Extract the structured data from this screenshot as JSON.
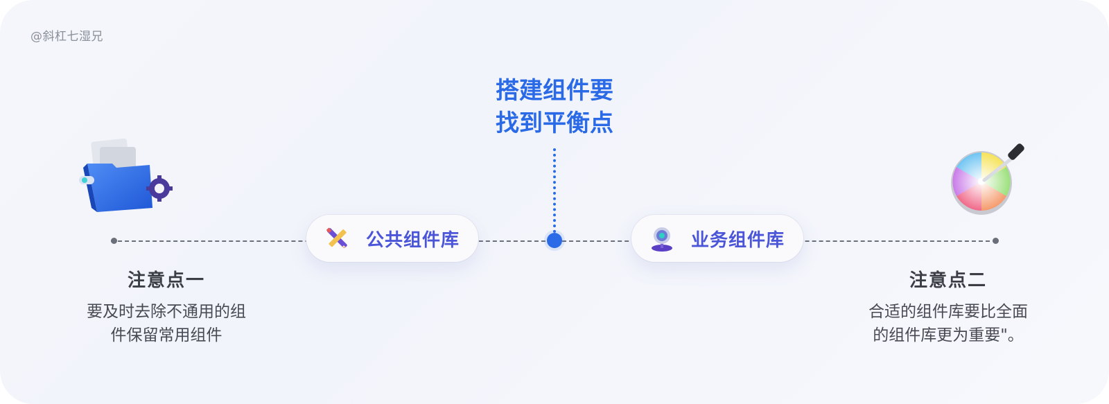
{
  "watermark": "@斜杠七湿兄",
  "title": {
    "line1": "搭建组件要",
    "line2": "找到平衡点"
  },
  "pills": {
    "left": {
      "label": "公共组件库",
      "icon": "pencil-ruler-icon"
    },
    "right": {
      "label": "业务组件库",
      "icon": "webcam-icon"
    }
  },
  "notes": {
    "one": {
      "title": "注意点一",
      "line1": "要及时去除不通用的组",
      "line2": "件保留常用组件"
    },
    "two": {
      "title": "注意点二",
      "line1": "合适的组件库要比全面",
      "line2": "的组件库更为重要\"。"
    }
  },
  "illustrations": {
    "left": "folder-gear-icon",
    "right": "color-wheel-picker-icon"
  },
  "colors": {
    "accent": "#2b6ae6",
    "pill_text": "#4a55d8",
    "line": "#6a6f7a"
  }
}
